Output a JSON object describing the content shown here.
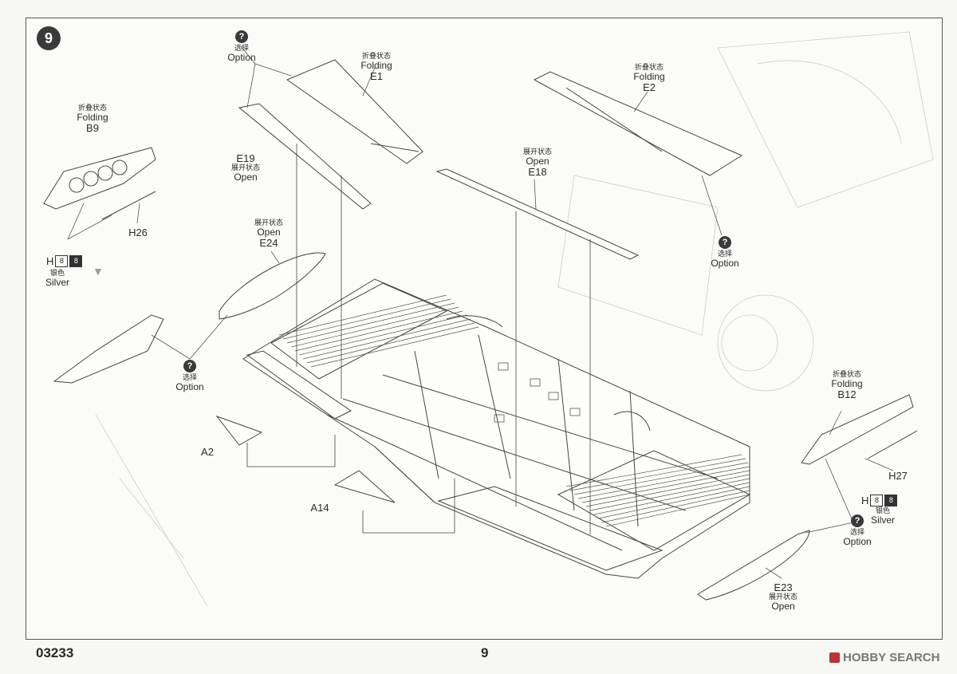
{
  "step": "9",
  "labels": {
    "b9": {
      "cn": "折叠状态",
      "en": "Folding",
      "part": "B9"
    },
    "h26": {
      "part": "H26"
    },
    "h_paint_left": {
      "letter": "H",
      "num1": "8",
      "num2": "8",
      "cn": "银色",
      "en": "Silver"
    },
    "e19": {
      "part": "E19",
      "cn": "展开状态",
      "en": "Open"
    },
    "opt_top": {
      "cn": "选择",
      "en": "Option"
    },
    "e1": {
      "cn": "折叠状态",
      "en": "Folding",
      "part": "E1"
    },
    "e2": {
      "cn": "折叠状态",
      "en": "Folding",
      "part": "E2"
    },
    "e18": {
      "cn": "展开状态",
      "en": "Open",
      "part": "E18"
    },
    "opt_right": {
      "cn": "选择",
      "en": "Option"
    },
    "e24": {
      "cn": "展开状态",
      "en": "Open",
      "part": "E24"
    },
    "opt_left": {
      "cn": "选择",
      "en": "Option"
    },
    "a2": {
      "part": "A2"
    },
    "a14": {
      "part": "A14"
    },
    "b12": {
      "cn": "折叠状态",
      "en": "Folding",
      "part": "B12"
    },
    "h27": {
      "part": "H27"
    },
    "h_paint_right": {
      "letter": "H",
      "num1": "8",
      "num2": "8",
      "cn": "银色",
      "en": "Silver"
    },
    "opt_bottom": {
      "cn": "选择",
      "en": "Option"
    },
    "e23": {
      "part": "E23",
      "cn": "展开状态",
      "en": "Open"
    }
  },
  "icons": {
    "option": "?"
  },
  "footer": {
    "code": "03233",
    "page": "9",
    "watermark": "HOBBY SEARCH"
  }
}
